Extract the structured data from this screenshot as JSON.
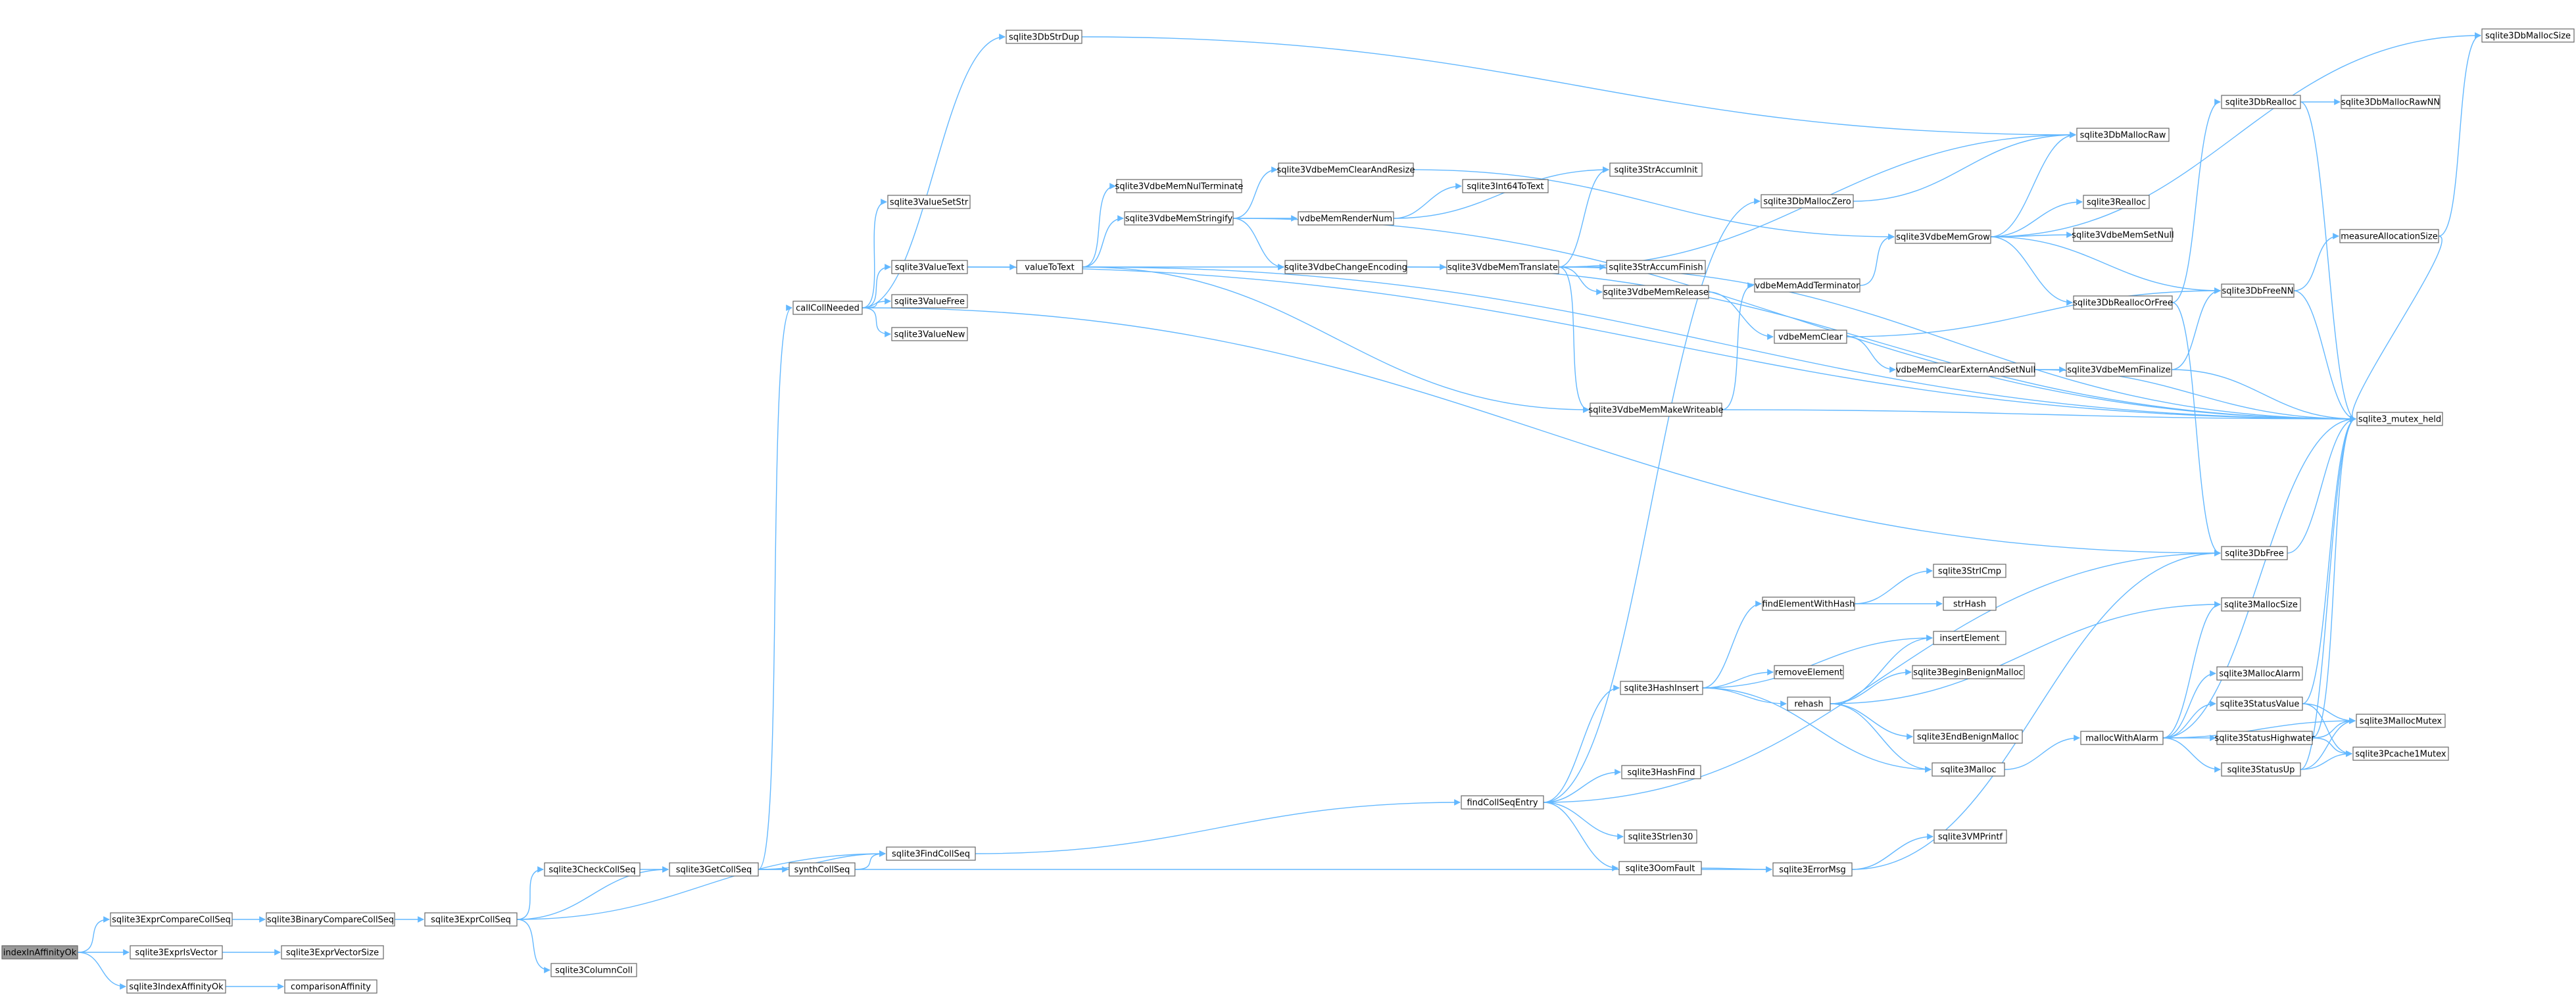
{
  "diagram": {
    "root": "indexInAffinityOk",
    "nodes": [
      {
        "id": "indexInAffinityOk",
        "label": "indexInAffinityOk"
      },
      {
        "id": "sqlite3ExprCompareCollSeq",
        "label": "sqlite3ExprCompareCollSeq"
      },
      {
        "id": "sqlite3ExprIsVector",
        "label": "sqlite3ExprIsVector"
      },
      {
        "id": "sqlite3IndexAffinityOk",
        "label": "sqlite3IndexAffinityOk"
      },
      {
        "id": "sqlite3BinaryCompareCollSeq",
        "label": "sqlite3BinaryCompareCollSeq"
      },
      {
        "id": "sqlite3ExprVectorSize",
        "label": "sqlite3ExprVectorSize"
      },
      {
        "id": "comparisonAffinity",
        "label": "comparisonAffinity"
      },
      {
        "id": "sqlite3ExprCollSeq",
        "label": "sqlite3ExprCollSeq"
      },
      {
        "id": "sqlite3CheckCollSeq",
        "label": "sqlite3CheckCollSeq"
      },
      {
        "id": "sqlite3ColumnColl",
        "label": "sqlite3ColumnColl"
      },
      {
        "id": "sqlite3GetCollSeq",
        "label": "sqlite3GetCollSeq"
      },
      {
        "id": "synthCollSeq",
        "label": "synthCollSeq"
      },
      {
        "id": "sqlite3FindCollSeq",
        "label": "sqlite3FindCollSeq"
      },
      {
        "id": "callCollNeeded",
        "label": "callCollNeeded"
      },
      {
        "id": "sqlite3ValueSetStr",
        "label": "sqlite3ValueSetStr"
      },
      {
        "id": "sqlite3ValueText",
        "label": "sqlite3ValueText"
      },
      {
        "id": "sqlite3ValueFree",
        "label": "sqlite3ValueFree"
      },
      {
        "id": "sqlite3ValueNew",
        "label": "sqlite3ValueNew"
      },
      {
        "id": "sqlite3DbStrDup",
        "label": "sqlite3DbStrDup"
      },
      {
        "id": "valueToText",
        "label": "valueToText"
      },
      {
        "id": "sqlite3VdbeMemNulTerminate",
        "label": "sqlite3VdbeMemNulTerminate"
      },
      {
        "id": "sqlite3VdbeMemStringify",
        "label": "sqlite3VdbeMemStringify"
      },
      {
        "id": "sqlite3VdbeMemClearAndResize",
        "label": "sqlite3VdbeMemClearAndResize"
      },
      {
        "id": "vdbeMemRenderNum",
        "label": "vdbeMemRenderNum"
      },
      {
        "id": "sqlite3VdbeChangeEncoding",
        "label": "sqlite3VdbeChangeEncoding"
      },
      {
        "id": "sqlite3Int64ToText",
        "label": "sqlite3Int64ToText"
      },
      {
        "id": "sqlite3VdbeMemTranslate",
        "label": "sqlite3VdbeMemTranslate"
      },
      {
        "id": "sqlite3StrAccumInit",
        "label": "sqlite3StrAccumInit"
      },
      {
        "id": "sqlite3StrAccumFinish",
        "label": "sqlite3StrAccumFinish"
      },
      {
        "id": "sqlite3VdbeMemRelease",
        "label": "sqlite3VdbeMemRelease"
      },
      {
        "id": "sqlite3VdbeMemMakeWriteable",
        "label": "sqlite3VdbeMemMakeWriteable"
      },
      {
        "id": "sqlite3DbMallocZero",
        "label": "sqlite3DbMallocZero"
      },
      {
        "id": "vdbeMemAddTerminator",
        "label": "vdbeMemAddTerminator"
      },
      {
        "id": "vdbeMemClear",
        "label": "vdbeMemClear"
      },
      {
        "id": "vdbeMemClearExternAndSetNull",
        "label": "vdbeMemClearExternAndSetNull"
      },
      {
        "id": "sqlite3VdbeMemGrow",
        "label": "sqlite3VdbeMemGrow"
      },
      {
        "id": "sqlite3VdbeMemFinalize",
        "label": "sqlite3VdbeMemFinalize"
      },
      {
        "id": "sqlite3DbMallocRaw",
        "label": "sqlite3DbMallocRaw"
      },
      {
        "id": "sqlite3DbRealloc",
        "label": "sqlite3DbRealloc"
      },
      {
        "id": "sqlite3Realloc",
        "label": "sqlite3Realloc"
      },
      {
        "id": "sqlite3VdbeMemSetNull",
        "label": "sqlite3VdbeMemSetNull"
      },
      {
        "id": "sqlite3DbReallocOrFree",
        "label": "sqlite3DbReallocOrFree"
      },
      {
        "id": "sqlite3DbFreeNN",
        "label": "sqlite3DbFreeNN"
      },
      {
        "id": "sqlite3DbMallocRawNN",
        "label": "sqlite3DbMallocRawNN"
      },
      {
        "id": "measureAllocationSize",
        "label": "measureAllocationSize"
      },
      {
        "id": "sqlite3DbMallocSize",
        "label": "sqlite3DbMallocSize"
      },
      {
        "id": "sqlite3_mutex_held",
        "label": "sqlite3_mutex_held"
      },
      {
        "id": "sqlite3DbFree",
        "label": "sqlite3DbFree"
      },
      {
        "id": "findCollSeqEntry",
        "label": "findCollSeqEntry"
      },
      {
        "id": "sqlite3HashInsert",
        "label": "sqlite3HashInsert"
      },
      {
        "id": "sqlite3HashFind",
        "label": "sqlite3HashFind"
      },
      {
        "id": "sqlite3Strlen30",
        "label": "sqlite3Strlen30"
      },
      {
        "id": "sqlite3OomFault",
        "label": "sqlite3OomFault"
      },
      {
        "id": "findElementWithHash",
        "label": "findElementWithHash"
      },
      {
        "id": "removeElement",
        "label": "removeElement"
      },
      {
        "id": "rehash",
        "label": "rehash"
      },
      {
        "id": "sqlite3StrICmp",
        "label": "sqlite3StrICmp"
      },
      {
        "id": "strHash",
        "label": "strHash"
      },
      {
        "id": "insertElement",
        "label": "insertElement"
      },
      {
        "id": "sqlite3BeginBenignMalloc",
        "label": "sqlite3BeginBenignMalloc"
      },
      {
        "id": "sqlite3EndBenignMalloc",
        "label": "sqlite3EndBenignMalloc"
      },
      {
        "id": "sqlite3Malloc",
        "label": "sqlite3Malloc"
      },
      {
        "id": "sqlite3ErrorMsg",
        "label": "sqlite3ErrorMsg"
      },
      {
        "id": "sqlite3VMPrintf",
        "label": "sqlite3VMPrintf"
      },
      {
        "id": "mallocWithAlarm",
        "label": "mallocWithAlarm"
      },
      {
        "id": "sqlite3MallocSize",
        "label": "sqlite3MallocSize"
      },
      {
        "id": "sqlite3MallocAlarm",
        "label": "sqlite3MallocAlarm"
      },
      {
        "id": "sqlite3StatusValue",
        "label": "sqlite3StatusValue"
      },
      {
        "id": "sqlite3StatusHighwater",
        "label": "sqlite3StatusHighwater"
      },
      {
        "id": "sqlite3StatusUp",
        "label": "sqlite3StatusUp"
      },
      {
        "id": "sqlite3MallocMutex",
        "label": "sqlite3MallocMutex"
      },
      {
        "id": "sqlite3Pcache1Mutex",
        "label": "sqlite3Pcache1Mutex"
      }
    ],
    "edges": [
      [
        "indexInAffinityOk",
        "sqlite3ExprCompareCollSeq"
      ],
      [
        "indexInAffinityOk",
        "sqlite3ExprIsVector"
      ],
      [
        "indexInAffinityOk",
        "sqlite3IndexAffinityOk"
      ],
      [
        "sqlite3ExprCompareCollSeq",
        "sqlite3BinaryCompareCollSeq"
      ],
      [
        "sqlite3ExprIsVector",
        "sqlite3ExprVectorSize"
      ],
      [
        "sqlite3IndexAffinityOk",
        "comparisonAffinity"
      ],
      [
        "sqlite3BinaryCompareCollSeq",
        "sqlite3ExprCollSeq"
      ],
      [
        "sqlite3ExprCollSeq",
        "sqlite3CheckCollSeq"
      ],
      [
        "sqlite3ExprCollSeq",
        "sqlite3ColumnColl"
      ],
      [
        "sqlite3ExprCollSeq",
        "sqlite3GetCollSeq"
      ],
      [
        "sqlite3ExprCollSeq",
        "sqlite3FindCollSeq"
      ],
      [
        "sqlite3CheckCollSeq",
        "sqlite3GetCollSeq"
      ],
      [
        "sqlite3GetCollSeq",
        "callCollNeeded"
      ],
      [
        "sqlite3GetCollSeq",
        "synthCollSeq"
      ],
      [
        "sqlite3GetCollSeq",
        "sqlite3FindCollSeq"
      ],
      [
        "sqlite3GetCollSeq",
        "sqlite3ErrorMsg"
      ],
      [
        "synthCollSeq",
        "sqlite3FindCollSeq"
      ],
      [
        "sqlite3FindCollSeq",
        "findCollSeqEntry"
      ],
      [
        "callCollNeeded",
        "sqlite3ValueSetStr"
      ],
      [
        "callCollNeeded",
        "sqlite3ValueText"
      ],
      [
        "callCollNeeded",
        "sqlite3ValueFree"
      ],
      [
        "callCollNeeded",
        "sqlite3ValueNew"
      ],
      [
        "callCollNeeded",
        "sqlite3DbStrDup"
      ],
      [
        "callCollNeeded",
        "sqlite3DbFree"
      ],
      [
        "sqlite3ValueText",
        "valueToText"
      ],
      [
        "sqlite3ValueText",
        "sqlite3_mutex_held"
      ],
      [
        "sqlite3DbStrDup",
        "sqlite3DbMallocRaw"
      ],
      [
        "valueToText",
        "sqlite3VdbeMemNulTerminate"
      ],
      [
        "valueToText",
        "sqlite3VdbeMemStringify"
      ],
      [
        "valueToText",
        "sqlite3VdbeChangeEncoding"
      ],
      [
        "valueToText",
        "sqlite3VdbeMemMakeWriteable"
      ],
      [
        "valueToText",
        "sqlite3_mutex_held"
      ],
      [
        "sqlite3VdbeMemStringify",
        "sqlite3VdbeMemClearAndResize"
      ],
      [
        "sqlite3VdbeMemStringify",
        "vdbeMemRenderNum"
      ],
      [
        "sqlite3VdbeMemStringify",
        "sqlite3VdbeChangeEncoding"
      ],
      [
        "sqlite3VdbeMemStringify",
        "sqlite3_mutex_held"
      ],
      [
        "sqlite3VdbeMemClearAndResize",
        "sqlite3VdbeMemGrow"
      ],
      [
        "vdbeMemRenderNum",
        "sqlite3Int64ToText"
      ],
      [
        "vdbeMemRenderNum",
        "sqlite3StrAccumInit"
      ],
      [
        "sqlite3VdbeChangeEncoding",
        "sqlite3VdbeMemTranslate"
      ],
      [
        "sqlite3VdbeChangeEncoding",
        "sqlite3_mutex_held"
      ],
      [
        "sqlite3VdbeMemTranslate",
        "sqlite3StrAccumInit"
      ],
      [
        "sqlite3VdbeMemTranslate",
        "sqlite3StrAccumFinish"
      ],
      [
        "sqlite3VdbeMemTranslate",
        "sqlite3VdbeMemRelease"
      ],
      [
        "sqlite3VdbeMemTranslate",
        "sqlite3VdbeMemMakeWriteable"
      ],
      [
        "sqlite3VdbeMemTranslate",
        "sqlite3DbMallocRaw"
      ],
      [
        "sqlite3VdbeMemTranslate",
        "sqlite3_mutex_held"
      ],
      [
        "sqlite3VdbeMemRelease",
        "vdbeMemClear"
      ],
      [
        "sqlite3VdbeMemMakeWriteable",
        "vdbeMemAddTerminator"
      ],
      [
        "sqlite3VdbeMemMakeWriteable",
        "sqlite3_mutex_held"
      ],
      [
        "vdbeMemAddTerminator",
        "sqlite3VdbeMemGrow"
      ],
      [
        "vdbeMemClear",
        "vdbeMemClearExternAndSetNull"
      ],
      [
        "vdbeMemClear",
        "sqlite3DbFreeNN"
      ],
      [
        "vdbeMemClearExternAndSetNull",
        "sqlite3VdbeMemFinalize"
      ],
      [
        "vdbeMemClearExternAndSetNull",
        "sqlite3_mutex_held"
      ],
      [
        "sqlite3VdbeMemFinalize",
        "sqlite3DbFreeNN"
      ],
      [
        "sqlite3VdbeMemFinalize",
        "sqlite3_mutex_held"
      ],
      [
        "sqlite3DbMallocZero",
        "sqlite3DbMallocRaw"
      ],
      [
        "sqlite3VdbeMemGrow",
        "sqlite3DbMallocRaw"
      ],
      [
        "sqlite3VdbeMemGrow",
        "sqlite3Realloc"
      ],
      [
        "sqlite3VdbeMemGrow",
        "sqlite3VdbeMemSetNull"
      ],
      [
        "sqlite3VdbeMemGrow",
        "sqlite3DbReallocOrFree"
      ],
      [
        "sqlite3VdbeMemGrow",
        "sqlite3DbFreeNN"
      ],
      [
        "sqlite3VdbeMemGrow",
        "sqlite3DbMallocSize"
      ],
      [
        "sqlite3DbReallocOrFree",
        "sqlite3DbRealloc"
      ],
      [
        "sqlite3DbReallocOrFree",
        "sqlite3DbFree"
      ],
      [
        "sqlite3DbRealloc",
        "sqlite3DbMallocRawNN"
      ],
      [
        "sqlite3DbRealloc",
        "sqlite3_mutex_held"
      ],
      [
        "sqlite3DbFreeNN",
        "measureAllocationSize"
      ],
      [
        "sqlite3DbFreeNN",
        "sqlite3_mutex_held"
      ],
      [
        "measureAllocationSize",
        "sqlite3DbMallocSize"
      ],
      [
        "measureAllocationSize",
        "sqlite3_mutex_held"
      ],
      [
        "sqlite3DbFree",
        "sqlite3_mutex_held"
      ],
      [
        "findCollSeqEntry",
        "sqlite3HashInsert"
      ],
      [
        "findCollSeqEntry",
        "sqlite3HashFind"
      ],
      [
        "findCollSeqEntry",
        "sqlite3Strlen30"
      ],
      [
        "findCollSeqEntry",
        "sqlite3OomFault"
      ],
      [
        "findCollSeqEntry",
        "sqlite3DbMallocZero"
      ],
      [
        "findCollSeqEntry",
        "sqlite3DbFree"
      ],
      [
        "sqlite3HashInsert",
        "findElementWithHash"
      ],
      [
        "sqlite3HashInsert",
        "removeElement"
      ],
      [
        "sqlite3HashInsert",
        "rehash"
      ],
      [
        "sqlite3HashInsert",
        "insertElement"
      ],
      [
        "sqlite3HashInsert",
        "sqlite3Malloc"
      ],
      [
        "findElementWithHash",
        "sqlite3StrICmp"
      ],
      [
        "findElementWithHash",
        "strHash"
      ],
      [
        "rehash",
        "insertElement"
      ],
      [
        "rehash",
        "sqlite3BeginBenignMalloc"
      ],
      [
        "rehash",
        "sqlite3EndBenignMalloc"
      ],
      [
        "rehash",
        "sqlite3Malloc"
      ],
      [
        "rehash",
        "sqlite3MallocSize"
      ],
      [
        "sqlite3OomFault",
        "sqlite3ErrorMsg"
      ],
      [
        "sqlite3ErrorMsg",
        "sqlite3VMPrintf"
      ],
      [
        "sqlite3ErrorMsg",
        "sqlite3DbFree"
      ],
      [
        "sqlite3Malloc",
        "mallocWithAlarm"
      ],
      [
        "mallocWithAlarm",
        "sqlite3MallocSize"
      ],
      [
        "mallocWithAlarm",
        "sqlite3MallocAlarm"
      ],
      [
        "mallocWithAlarm",
        "sqlite3StatusValue"
      ],
      [
        "mallocWithAlarm",
        "sqlite3StatusHighwater"
      ],
      [
        "mallocWithAlarm",
        "sqlite3StatusUp"
      ],
      [
        "mallocWithAlarm",
        "sqlite3_mutex_held"
      ],
      [
        "mallocWithAlarm",
        "sqlite3MallocMutex"
      ],
      [
        "sqlite3StatusValue",
        "sqlite3MallocMutex"
      ],
      [
        "sqlite3StatusValue",
        "sqlite3Pcache1Mutex"
      ],
      [
        "sqlite3StatusValue",
        "sqlite3_mutex_held"
      ],
      [
        "sqlite3StatusHighwater",
        "sqlite3MallocMutex"
      ],
      [
        "sqlite3StatusHighwater",
        "sqlite3Pcache1Mutex"
      ],
      [
        "sqlite3StatusHighwater",
        "sqlite3_mutex_held"
      ],
      [
        "sqlite3StatusUp",
        "sqlite3MallocMutex"
      ],
      [
        "sqlite3StatusUp",
        "sqlite3Pcache1Mutex"
      ],
      [
        "sqlite3StatusUp",
        "sqlite3_mutex_held"
      ]
    ],
    "colors": {
      "edge": "#63b8ff",
      "node_border": "#666666",
      "node_fill": "#ffffff",
      "root_fill": "#999999"
    }
  }
}
